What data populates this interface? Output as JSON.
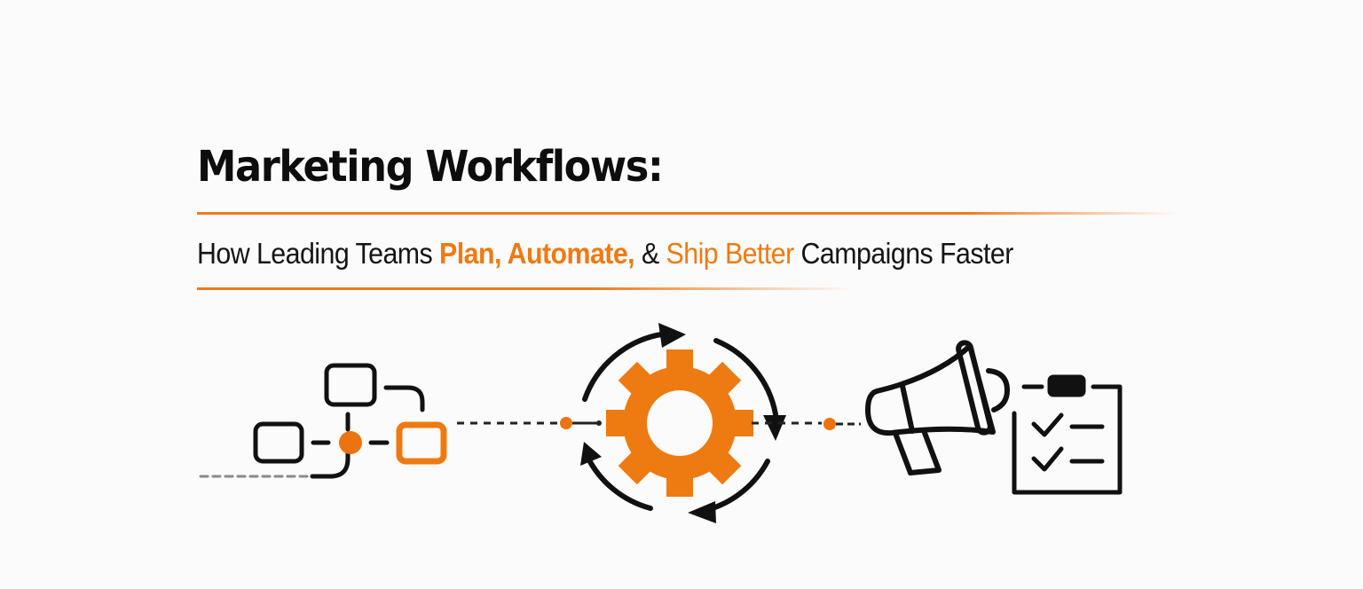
{
  "header": {
    "title": "Marketing Workflows:",
    "subtitle": {
      "part1": "How Leading Teams ",
      "highlight1": "Plan, Automate,",
      "part2": " & ",
      "highlight2": "Ship Better",
      "part3": " Campaigns Faster"
    }
  },
  "colors": {
    "accent": "#ee7a12",
    "text": "#0d0d0d",
    "background": "#fcfbfb"
  },
  "illustration": {
    "icons": [
      "workflow-diagram-icon",
      "gear-cycle-icon",
      "megaphone-icon",
      "checklist-clipboard-icon"
    ]
  }
}
